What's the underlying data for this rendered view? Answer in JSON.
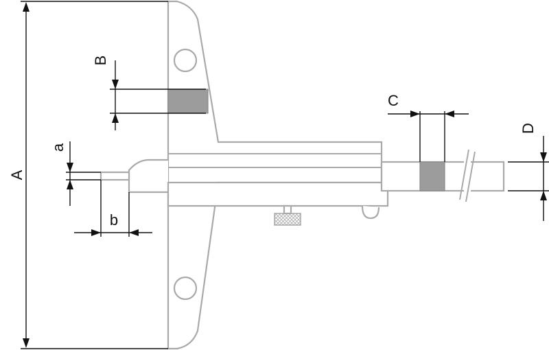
{
  "labels": {
    "A": "A",
    "B": "B",
    "C": "C",
    "D": "D",
    "a": "a",
    "b": "b"
  },
  "colors": {
    "outline": "#a9a9a9",
    "hatch": "#9c9c9c",
    "dimension": "#111111"
  }
}
